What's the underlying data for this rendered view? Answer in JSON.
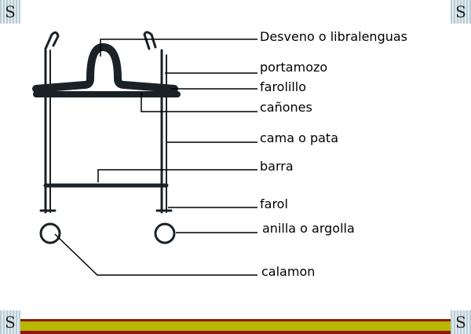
{
  "labels": {
    "desveno": "Desveno o libralenguas",
    "portamozo": "portamozo",
    "farolillo": "farolillo",
    "canones": "cañones",
    "cama": "cama o pata",
    "barra": "barra",
    "farol": "farol",
    "anilla": "anilla o argolla",
    "calamon": "calamon"
  },
  "corner_glyph": "S",
  "colors": {
    "red": "#8b1a0a",
    "yellow": "#b8b800",
    "orange": "#d8a000"
  }
}
